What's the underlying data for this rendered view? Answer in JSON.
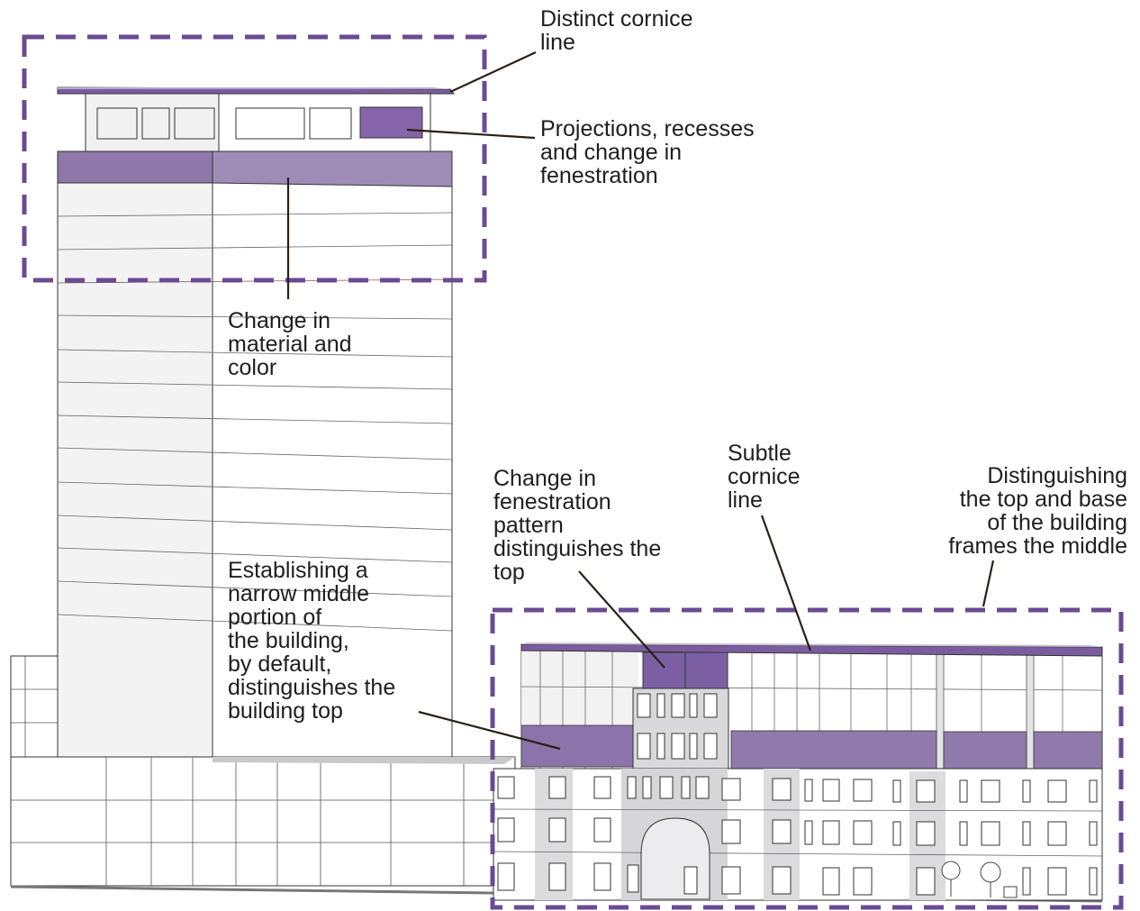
{
  "colors": {
    "accent": "#6a4b93",
    "accent_light": "#9a88b4",
    "accent_mid": "#8f7aab",
    "wall": "#ffffff",
    "wall_shade": "#efeff0",
    "line": "#333333",
    "leader": "#2a2018"
  },
  "callouts": {
    "distinct_cornice": "Distinct cornice\nline",
    "projections": "Projections, recesses\nand change in\nfenestration",
    "material_color": "Change in\nmaterial and\ncolor",
    "narrow_middle": "Establishing a\nnarrow middle\nportion of\nthe building,\nby default,\ndistinguishes the\nbuilding top",
    "fenestration_top": "Change in\nfenestration\npattern\ndistinguishes the\ntop",
    "subtle_cornice": "Subtle\ncornice\nline",
    "frames_middle": "Distinguishing\nthe top and base\nof the building\nframes the middle"
  }
}
